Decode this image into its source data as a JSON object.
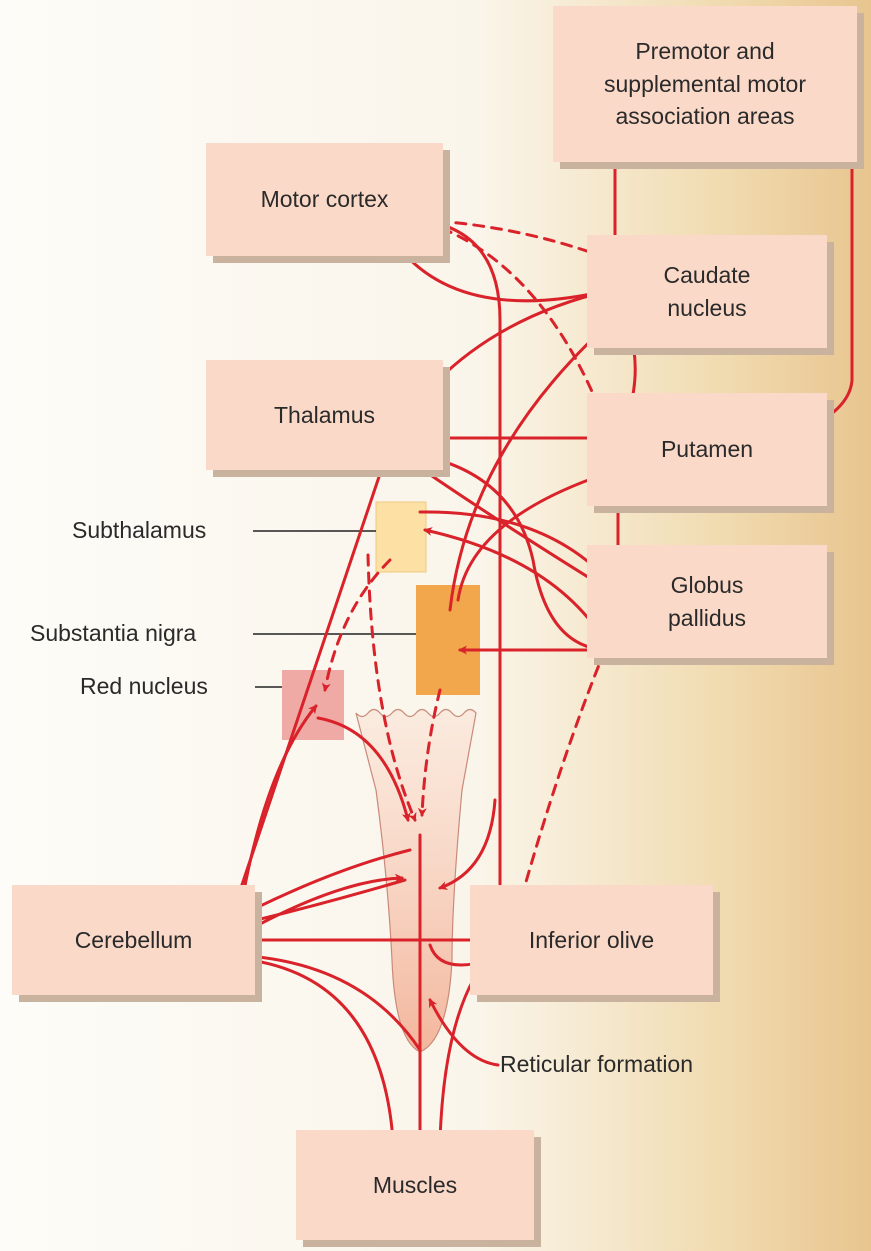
{
  "nodes": {
    "premotor": "Premotor and\nsupplemental motor\nassociation areas",
    "motor_cortex": "Motor cortex",
    "caudate": "Caudate\nnucleus",
    "thalamus": "Thalamus",
    "putamen": "Putamen",
    "globus": "Globus\npallidus",
    "cerebellum": "Cerebellum",
    "inferior_olive": "Inferior olive",
    "muscles": "Muscles"
  },
  "labels": {
    "subthalamus": "Subthalamus",
    "substantia_nigra": "Substantia nigra",
    "red_nucleus": "Red nucleus",
    "reticular_formation": "Reticular formation"
  },
  "colors": {
    "arrow": "#d9222a",
    "box_fill": "#fbd9c8",
    "box_shadow": "#c9b39f",
    "subthalamus": "#fde0a4",
    "substantia_nigra": "#f2a74c",
    "red_nucleus": "#f0aaa6",
    "brainstem": "#f7c9b4"
  }
}
